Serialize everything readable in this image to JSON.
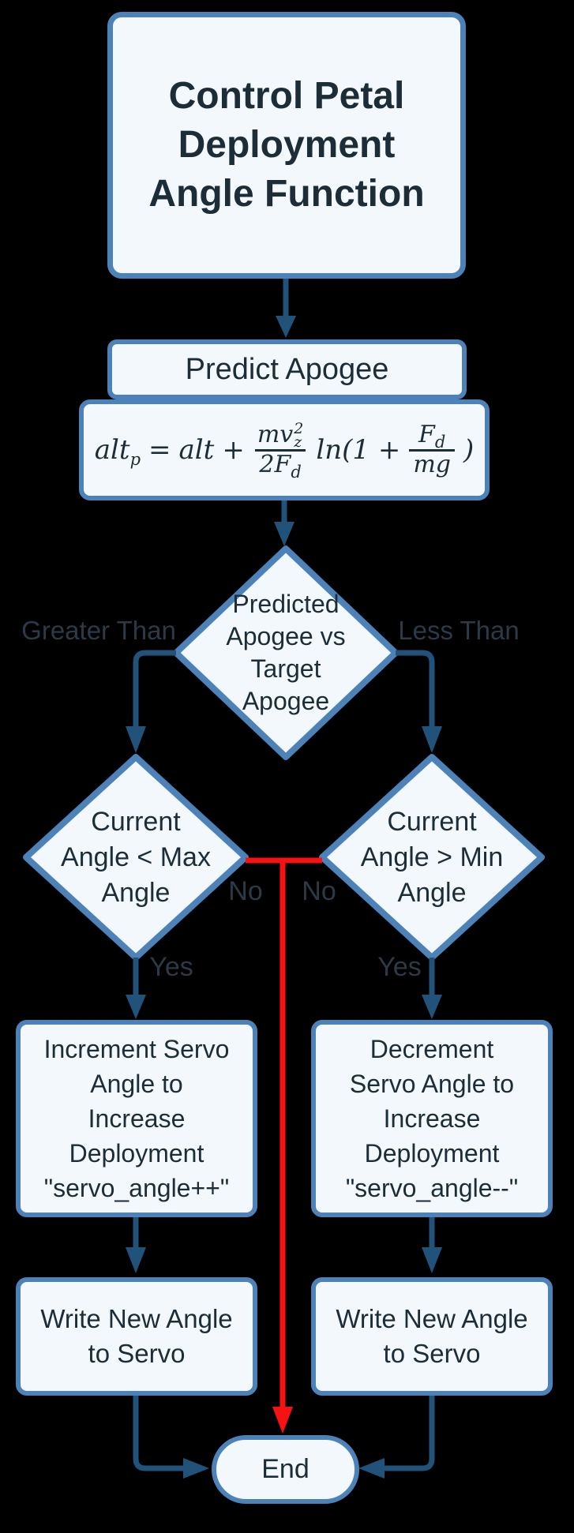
{
  "colors": {
    "node_fill": "#f2f8fc",
    "node_border": "#4d82b8",
    "connector": "#21527a",
    "red": "#f61212",
    "node_text": "#1d2d38",
    "label_text": "#2b3a46",
    "bg": "#000000"
  },
  "nodes": {
    "title": {
      "text": "Control Petal\nDeployment\nAngle Function"
    },
    "predict": {
      "text": "Predict Apogee"
    },
    "decision_apogee": {
      "text": "Predicted\nApogee vs\nTarget\nApogee"
    },
    "decision_max": {
      "text": "Current\nAngle < Max\nAngle"
    },
    "decision_min": {
      "text": "Current\nAngle > Min\nAngle"
    },
    "increment": {
      "text": "Increment Servo\nAngle to\nIncrease\nDeployment\n\"servo_angle++\""
    },
    "decrement": {
      "text": "Decrement\nServo Angle to\nIncrease\nDeployment\n\"servo_angle--\""
    },
    "write_left": {
      "text": "Write New Angle\nto Servo"
    },
    "write_right": {
      "text": "Write New Angle\nto Servo"
    },
    "end": {
      "text": "End"
    }
  },
  "edge_labels": {
    "greater_than": "Greater Than",
    "less_than": "Less Than",
    "no_left": "No",
    "no_right": "No",
    "yes_left": "Yes",
    "yes_right": "Yes"
  },
  "formula": {
    "lhs_base": "alt",
    "lhs_sub": "p",
    "equals": "=",
    "alt": "alt",
    "plus": "+",
    "f1_num_main": "mv",
    "f1_num_sup": "2",
    "f1_num_sub": "z",
    "f1_den_main": "2F",
    "f1_den_sub": "d",
    "ln_open": "ln(1 +",
    "f2_num_main": "F",
    "f2_num_sub": "d",
    "f2_den": "mg",
    "close_paren": ")"
  }
}
